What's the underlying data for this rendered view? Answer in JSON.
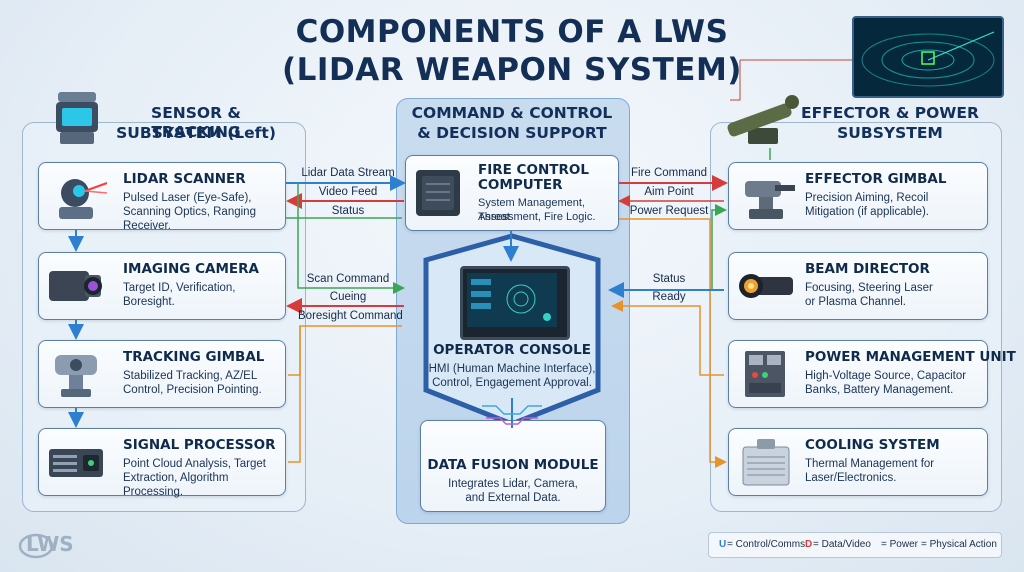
{
  "title": {
    "line1": "COMPONENTS OF A LWS",
    "line2": "(LIDAR WEAPON SYSTEM)"
  },
  "left_panel": {
    "title_line1": "SENSOR & TRACKING",
    "title_line2": "SUBSYSTEM (Left)",
    "cards": [
      {
        "title": "LIDAR SCANNER",
        "desc1": "Pulsed Laser (Eye-Safe),",
        "desc2": "Scanning Optics, Ranging Receiver.",
        "desc3": "",
        "icon": "lidar-scanner-icon"
      },
      {
        "title": "IMAGING CAMERA",
        "desc1": "Target ID, Verification,",
        "desc2": "Boresight.",
        "desc3": "",
        "icon": "camera-icon"
      },
      {
        "title": "TRACKING GIMBAL",
        "desc1": "Stabilized Tracking, AZ/EL",
        "desc2": "Control, Precision Pointing.",
        "desc3": "",
        "icon": "gimbal-icon"
      },
      {
        "title": "SIGNAL PROCESSOR",
        "desc1": "Point Cloud Analysis, Target",
        "desc2": "Extraction, Algorithm Processing.",
        "desc3": "",
        "icon": "processor-icon"
      }
    ]
  },
  "center_panel": {
    "title_line1": "COMMAND & CONTROL",
    "title_line2": "& DECISION SUPPORT",
    "fire_control": {
      "title_line1": "FIRE CONTROL",
      "title_line2": "COMPUTER",
      "desc1": "System Management, Threat",
      "desc2": "Assessment, Fire Logic."
    },
    "operator_console": {
      "title": "OPERATOR CONSOLE",
      "desc1": "HMI (Human Machine Interface),",
      "desc2": "Control, Engagement Approval."
    },
    "data_fusion": {
      "title": "DATA FUSION MODULE",
      "desc1": "Integrates Lidar, Camera,",
      "desc2": "and External Data."
    }
  },
  "right_panel": {
    "title_line1": "EFFECTOR & POWER",
    "title_line2": "SUBSYSTEM",
    "cards": [
      {
        "title": "EFFECTOR GIMBAL",
        "desc1": "Precision Aiming, Recoil",
        "desc2": "Mitigation (if applicable).",
        "icon": "effector-gimbal-icon"
      },
      {
        "title": "BEAM DIRECTOR",
        "desc1": "Focusing, Steering Laser",
        "desc2": "or Plasma Channel.",
        "icon": "beam-director-icon"
      },
      {
        "title": "POWER MANAGEMENT UNIT",
        "desc1": "High-Voltage Source, Capacitor",
        "desc2": "Banks, Battery Management.",
        "icon": "power-unit-icon"
      },
      {
        "title": "COOLING SYSTEM",
        "desc1": "Thermal Management for",
        "desc2": "Laser/Electronics.",
        "icon": "cooling-unit-icon"
      }
    ]
  },
  "links_left": {
    "lidar_data_stream": "Lidar Data Stream",
    "video_feed": "Video Feed",
    "status": "Status",
    "scan_command": "Scan Command",
    "cueing": "Cueing",
    "boresight_command": "Boresight Command"
  },
  "links_right": {
    "fire_command": "Fire Command",
    "aim_point": "Aim Point",
    "power_request": "Power Request",
    "status": "Status",
    "ready": "Ready"
  },
  "legend": {
    "control": {
      "key": "U",
      "label": "= Control/Comms",
      "color": "#2f7fd1"
    },
    "data": {
      "key": "D",
      "label": "= Data/Video",
      "color": "#d63c3c"
    },
    "power": {
      "key": "",
      "label": "= Power",
      "color": "#e8922e"
    },
    "physical": {
      "key": "",
      "label": "= Physical Action",
      "color": "#3aa655"
    }
  },
  "logo": {
    "text": "LWS"
  },
  "colors": {
    "control": "#2f7fd1",
    "data": "#d63c3c",
    "power": "#e8922e",
    "physical": "#3aa655",
    "title": "#132f55"
  }
}
